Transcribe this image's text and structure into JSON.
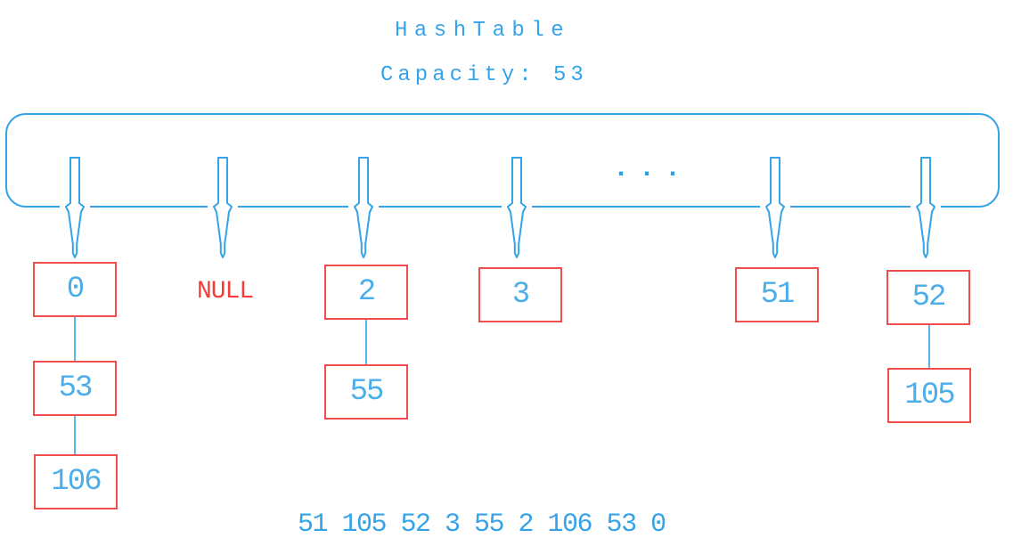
{
  "table": {
    "title": "HashTable",
    "capacity": "Capacity: 53",
    "ellipsis": "···"
  },
  "buckets": [
    {
      "slot": "0",
      "chain": [
        "53",
        "106"
      ]
    },
    {
      "slot": "NULL",
      "chain": []
    },
    {
      "slot": "2",
      "chain": [
        "55"
      ]
    },
    {
      "slot": "3",
      "chain": []
    },
    {
      "slot": "51",
      "chain": []
    },
    {
      "slot": "52",
      "chain": [
        "105"
      ]
    }
  ],
  "footer": {
    "sequence": "51 105 52 3 55 2 106 53 0"
  },
  "colors": {
    "structure_blue": "#35a3e8",
    "link_blue": "#5ab4ec",
    "value_blue": "#4caee9",
    "box_border_red": "#f14d4d",
    "null_red": "#f23d3d",
    "background": "#ffffff"
  }
}
